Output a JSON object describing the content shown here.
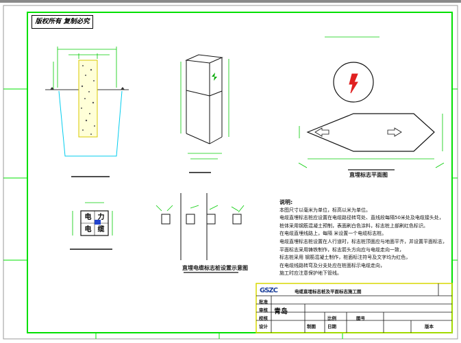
{
  "copyright": "版权所有 复制必究",
  "views": {
    "plan_label": "直埋标志平面图",
    "layout_label": "直埋电缆标志桩设置示意图"
  },
  "plate_text": [
    "电",
    "力",
    "电",
    "缆"
  ],
  "notes": {
    "title": "说明:",
    "lines": [
      "本图尺寸以毫米为单位，标高以米为单位。",
      "电缆直埋标志桩应设置在电缆路径转弯处、直线段每隔50米处及电缆接头处，",
      "桩体采用钢筋混凝土预制，表面刷白色涂料，标志桩上部刷红色标识。",
      "在电缆直埋线路上，每隔   米设置一个电缆标志桩。",
      "电缆直埋标志桩设置在人行道时，标志桩顶面应与地面平齐，并设置平面标志，",
      "平面标志采用铸铁制作，标志箭头方向应与电缆走向一致，",
      "标志桩采用     钢筋混凝土制作，桩面标注符号及文字均为红色，",
      "在电缆线路转弯及分支处应在桩面标示电缆走向，",
      "施工时应注意保护地下管线。"
    ]
  },
  "title_block": {
    "logo": "GSZC",
    "rows": [
      "批准",
      "审核",
      "校核",
      "设计",
      "制图"
    ],
    "drawing_title": "电缆直埋标志桩及平面标志施工图",
    "scale_label": "比例",
    "date_label": "日期",
    "sheet_label": "图号",
    "version_label": "版本",
    "stamp": "青岛"
  }
}
